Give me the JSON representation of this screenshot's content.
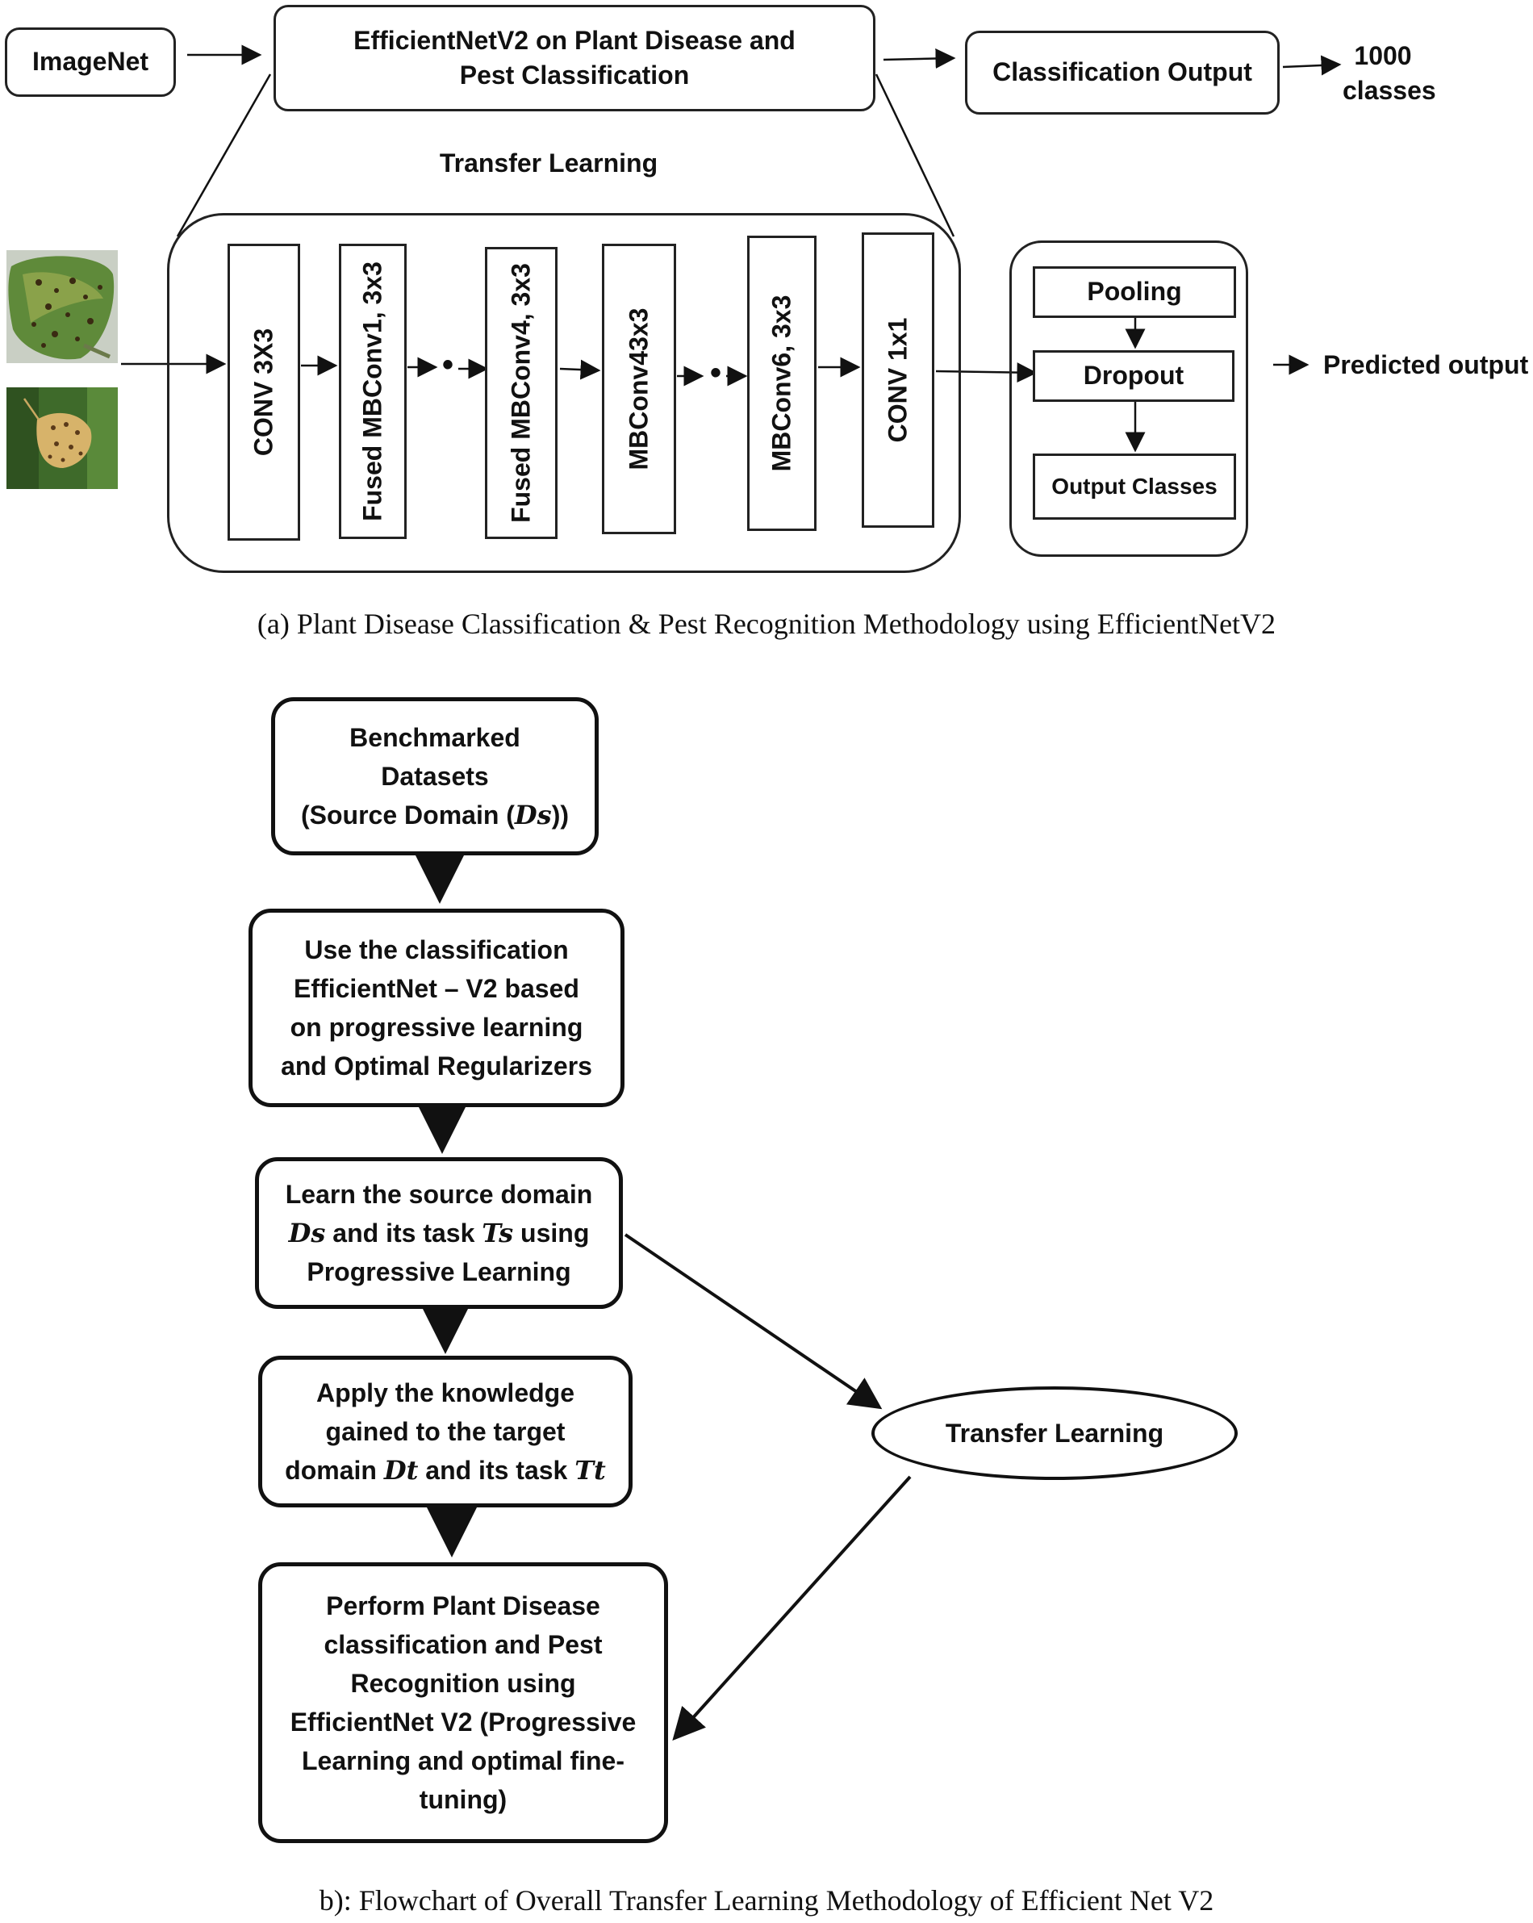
{
  "part_a": {
    "imagenet": "ImageNet",
    "main_model": "EfficientNetV2 on Plant Disease and Pest Classification",
    "classification_output": "Classification Output",
    "classes_count": "1000",
    "classes_word": "classes",
    "transfer_learning": "Transfer Learning",
    "layers": [
      "CONV 3X3",
      "Fused MBConv1, 3x3",
      "Fused MBConv4, 3x3",
      "MBConv43x3",
      "MBConv6, 3x3",
      "CONV 1x1"
    ],
    "ellipsis": "• •",
    "head": {
      "pooling": "Pooling",
      "dropout": "Dropout",
      "output_classes": "Output Classes"
    },
    "predicted_output": "Predicted output",
    "caption": "(a) Plant Disease Classification & Pest Recognition Methodology using EfficientNetV2"
  },
  "part_b": {
    "step1": {
      "line1": "Benchmarked",
      "line2": "Datasets",
      "line3_pre": "(Source Domain (",
      "line3_math": "Ds",
      "line3_post": "))"
    },
    "step2": {
      "line1": "Use the classification",
      "line2": "EfficientNet – V2 based",
      "line3": "on progressive learning",
      "line4": "and Optimal Regularizers"
    },
    "step3": {
      "line1": "Learn the source domain",
      "math1": "Ds",
      "mid": " and its task ",
      "math2": "Ts",
      "post": " using",
      "line3": "Progressive Learning"
    },
    "step4": {
      "line1": "Apply the knowledge",
      "line2": "gained to the target",
      "pre3": "domain ",
      "math1": "Dt",
      "mid3": " and its task ",
      "math2": "Tt"
    },
    "step5": {
      "line1": "Perform Plant Disease",
      "line2": "classification and Pest",
      "line3": "Recognition using",
      "line4": "EfficientNet V2 (Progressive",
      "line5": "Learning and optimal fine-",
      "line6": "tuning)"
    },
    "transfer_learning": "Transfer Learning",
    "caption": "b): Flowchart of Overall Transfer Learning Methodology of Efficient Net V2"
  },
  "icons": [
    "leaf-disease-thumbnail",
    "pest-insect-thumbnail"
  ],
  "colors": {
    "leaf_green": "#5f8a3a",
    "pest_bg": "#3e6a2a",
    "pest_body": "#d7b36a"
  }
}
